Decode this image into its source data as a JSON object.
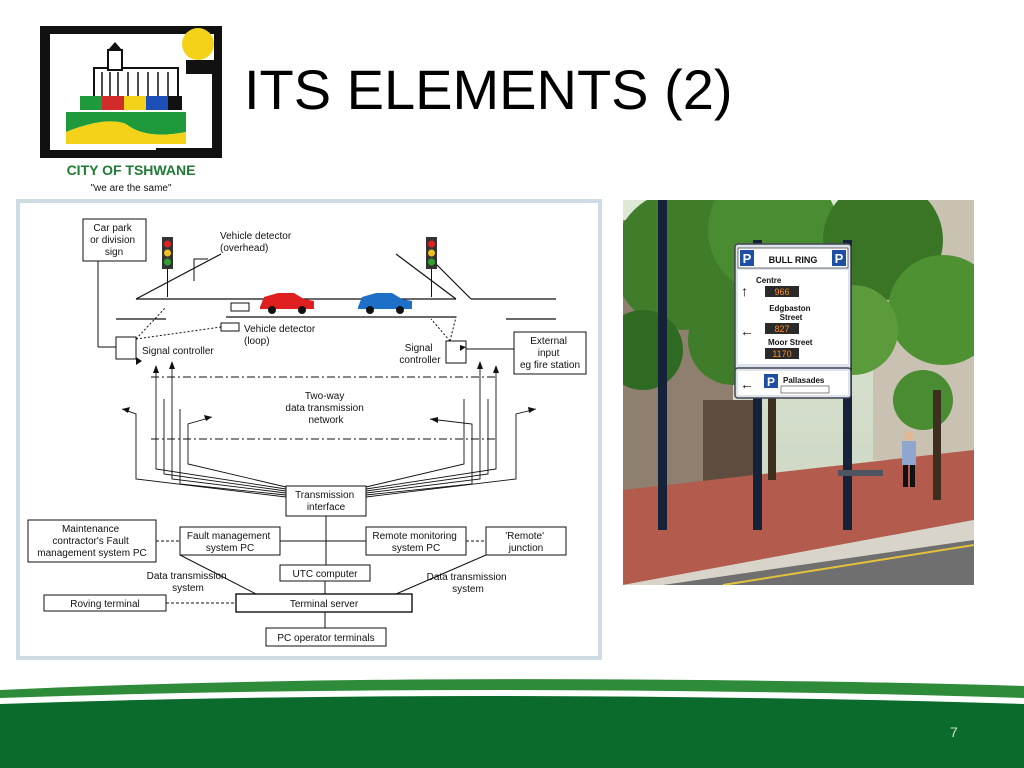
{
  "logo": {
    "name": "CITY OF TSHWANE",
    "tagline": "\"we are the same\""
  },
  "title": "ITS ELEMENTS (2)",
  "page_number": "7",
  "diagram": {
    "car_park_sign": [
      "Car park",
      "or division",
      "sign"
    ],
    "vehicle_detector_overhead": [
      "Vehicle detector",
      "(overhead)"
    ],
    "vehicle_detector_loop": [
      "Vehicle detector",
      "(loop)"
    ],
    "signal_controller_left": "Signal controller",
    "signal_controller_right": [
      "Signal",
      "controller"
    ],
    "external_input": [
      "External",
      "input",
      "eg fire station"
    ],
    "network": [
      "Two-way",
      "data transmission",
      "network"
    ],
    "transmission_interface": [
      "Transmission",
      "interface"
    ],
    "maintenance": [
      "Maintenance",
      "contractor's Fault",
      "management system PC"
    ],
    "fault_pc": [
      "Fault management",
      "system PC"
    ],
    "remote_pc": [
      "Remote monitoring",
      "system PC"
    ],
    "remote_junction": [
      "'Remote'",
      "junction"
    ],
    "data_sys_left": [
      "Data transmission",
      "system"
    ],
    "data_sys_right": [
      "Data transmission",
      "system"
    ],
    "utc": "UTC computer",
    "roving": "Roving terminal",
    "terminal_server": "Terminal server",
    "pc_operator": "PC operator terminals"
  },
  "sign": {
    "header": "BULL RING",
    "row1_label": "Centre",
    "row1_value": "966",
    "row2_label": [
      "Edgbaston",
      "Street"
    ],
    "row2_value": "827",
    "row3_label": "Moor Street",
    "row3_value": "1170",
    "row4_label": "Pallasades"
  },
  "colors": {
    "footer_green_dark": "#0b6b2c",
    "footer_green_light": "#2e8b3a",
    "sign_blue": "#1f4fa5",
    "led_orange": "#ff8c1a",
    "car_red": "#e02020",
    "car_blue": "#1e6fc8"
  }
}
